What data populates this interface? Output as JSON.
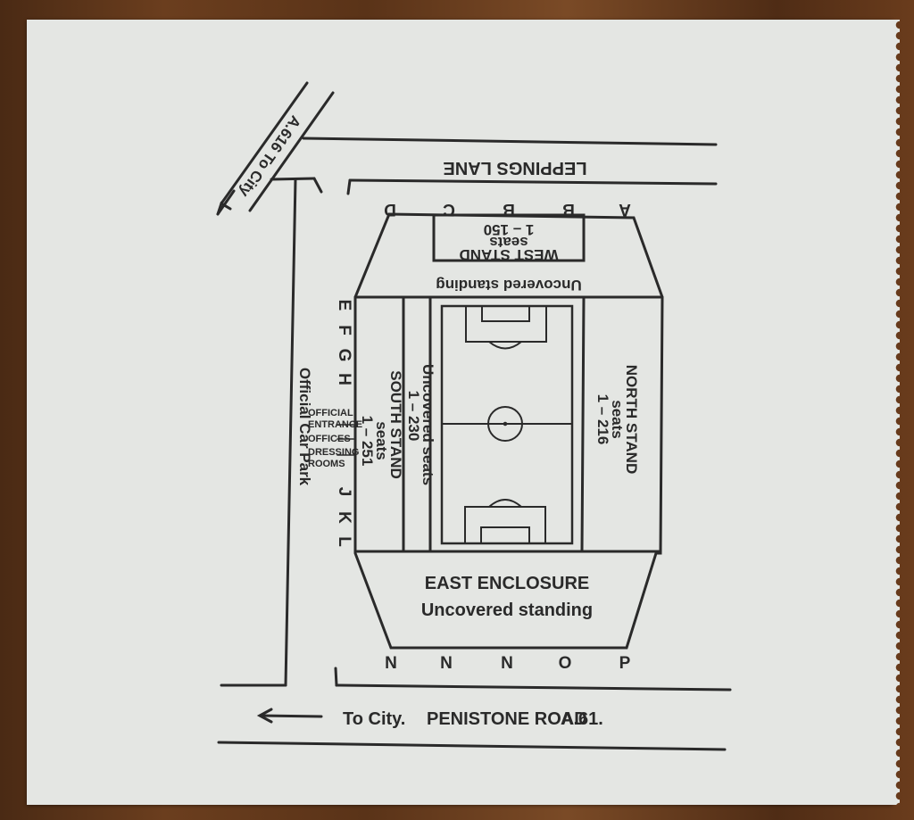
{
  "ticket": {
    "roads": {
      "leppings_lane": "LEPPINGS LANE",
      "a616": "A.616 To City",
      "to_city": "To City.",
      "penistone_road": "PENISTONE ROAD",
      "a61": "A.61.",
      "car_park": "Official Car Park"
    },
    "stands": {
      "west_stand": "WEST STAND",
      "west_seats": "seats",
      "west_range": "1 – 150",
      "west_standing": "Uncovered standing",
      "south_stand": "SOUTH STAND",
      "south_seats": "seats",
      "south_range": "1 – 251",
      "uncovered_seats": "Uncovered seats",
      "uncovered_range": "1 – 230",
      "north_stand": "NORTH STAND",
      "north_seats": "seats",
      "north_range": "1 – 216",
      "east_enclosure": "EAST ENCLOSURE",
      "east_standing": "Uncovered standing"
    },
    "entrances": {
      "official": "OFFICIAL",
      "entrance": "ENTRANCE",
      "offices": "OFFICES",
      "dressing": "DRESSING",
      "rooms": "ROOMS"
    },
    "gates": {
      "top": [
        "A",
        "B",
        "B",
        "C",
        "D"
      ],
      "left_upper": [
        "E",
        "F",
        "G",
        "H"
      ],
      "left_lower": [
        "J",
        "K",
        "L"
      ],
      "bottom": [
        "N",
        "N",
        "N",
        "O",
        "P"
      ]
    }
  }
}
